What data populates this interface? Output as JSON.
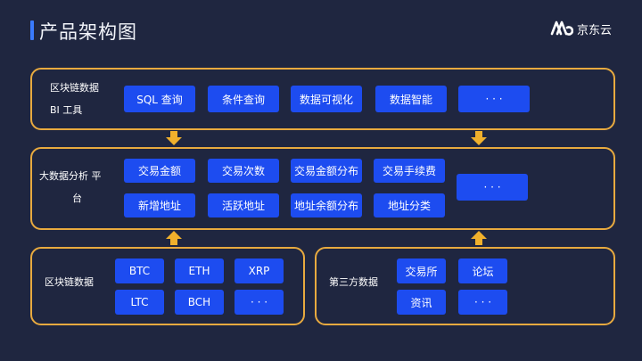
{
  "header": {
    "title": "产品架构图",
    "logo_text": "京东云",
    "accent_color": "#3a7bff"
  },
  "colors": {
    "background": "#1f2640",
    "panel_border": "#e8aa3f",
    "chip": "#1d4cf0",
    "arrow": "#f0b02c"
  },
  "layers": {
    "bi": {
      "label_line1": "区块链数据",
      "label_line2": "BI 工具",
      "chips": [
        "SQL 查询",
        "条件查询",
        "数据可视化",
        "数据智能",
        "· · ·"
      ]
    },
    "platform": {
      "label_line1": "大数据分析 平",
      "label_line2": "台",
      "row1": [
        "交易金额",
        "交易次数",
        "交易金额分布",
        "交易手续费"
      ],
      "row2": [
        "新增地址",
        "活跃地址",
        "地址余额分布",
        "地址分类"
      ],
      "extra": "· · ·"
    },
    "chain": {
      "label": "区块链数据",
      "row1": [
        "BTC",
        "ETH",
        "XRP"
      ],
      "row2": [
        "LTC",
        "BCH",
        "· · ·"
      ]
    },
    "third": {
      "label": "第三方数据",
      "row1": [
        "交易所",
        "论坛"
      ],
      "row2": [
        "资讯",
        "· · ·"
      ]
    }
  }
}
